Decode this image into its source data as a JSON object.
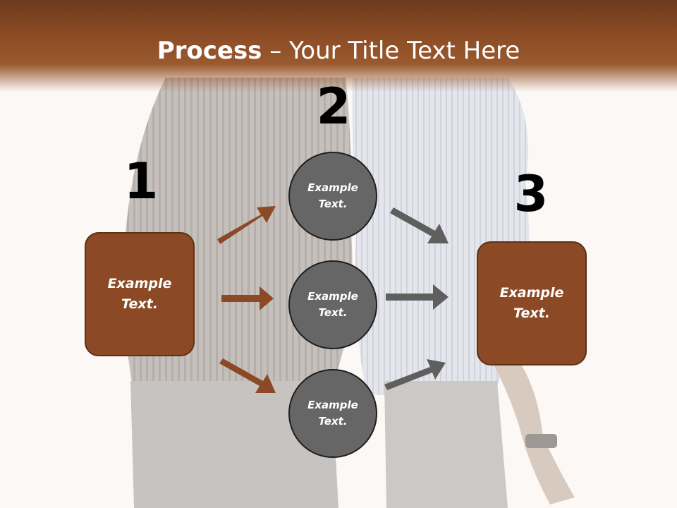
{
  "title": {
    "strong": "Process",
    "rest": " – Your Title Text Here"
  },
  "numbers": [
    "1",
    "2",
    "3"
  ],
  "left_box": {
    "line1": "Example",
    "line2": "Text."
  },
  "right_box": {
    "line1": "Example",
    "line2": "Text."
  },
  "circles": [
    {
      "line1": "Example",
      "line2": "Text."
    },
    {
      "line1": "Example",
      "line2": "Text."
    },
    {
      "line1": "Example",
      "line2": "Text."
    }
  ],
  "colors": {
    "header": "#8a4a24",
    "box": "#8b4a25",
    "circle": "#666666",
    "arrow_brown": "#8b4a25",
    "arrow_gray": "#5f5f5f"
  }
}
